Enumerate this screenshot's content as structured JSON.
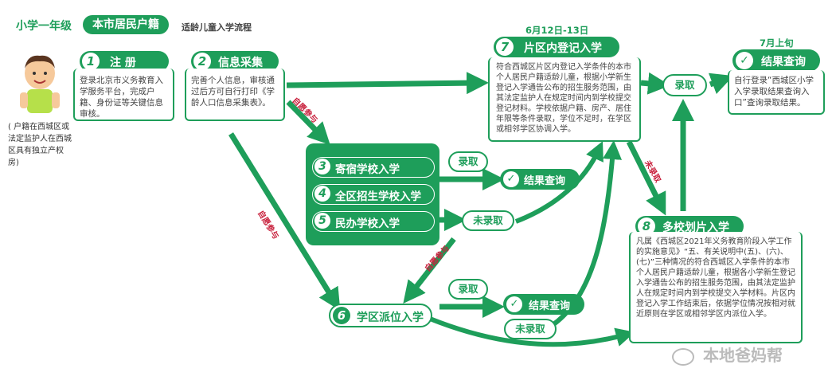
{
  "header": {
    "grade": "小学一年级",
    "category": "本市居民户籍",
    "subtitle": "适龄儿童入学流程"
  },
  "child_note": "( 户籍在西城区或法定监护人在西城区具有独立产权房)",
  "step1": {
    "num": "1",
    "title": "注  册",
    "desc": "登录北京市义务教育入学服务平台，完成户籍、身份证等关键信息审核。"
  },
  "step2": {
    "num": "2",
    "title": "信息采集",
    "desc": "完善个人信息，审核通过后方可自行打印《学龄人口信息采集表》。"
  },
  "step7": {
    "num": "7",
    "title": "片区内登记入学",
    "date": "6月12日-13日",
    "desc": "符合西城区片区内登记入学条件的本市个人居民户籍适龄儿童，根据小学新生登记入学通告公布的招生服务范围，由其法定监护人在规定时间内到学校提交登记材料。学校依据户籍、房产、居住年限等条件录取，学位不足时，在学区或相邻学区协调入学。"
  },
  "step8": {
    "num": "8",
    "title": "多校划片入学",
    "desc": "凡属《西城区2021年义务教育阶段入学工作的实施意见》“五、有关说明中(五)、(六)、(七)”三种情况的符合西城区入学条件的本市个人居民户籍适龄儿童，根据各小学新生登记入学通告公布的招生服务范围，由其法定监护人在规定时间内到学校提交入学材料。片区内登记入学工作结束后，依据学位情况按相对就近原则在学区或相邻学区内派位入学。"
  },
  "schools": [
    {
      "num": "3",
      "label": "寄宿学校入学"
    },
    {
      "num": "4",
      "label": "全区招生学校入学"
    },
    {
      "num": "5",
      "label": "民办学校入学"
    }
  ],
  "step6": {
    "num": "6",
    "title": "学区派位入学"
  },
  "result_final": {
    "date": "7月上旬",
    "title": "结果查询",
    "desc": "自行登录“西城区小学入学录取结果查询入口”查询录取结果。"
  },
  "labels": {
    "voluntary": "自愿参与",
    "admitted": "录取",
    "not_admitted": "未录取",
    "result_query": "结果查询"
  },
  "watermark": "本地爸妈帮",
  "colors": {
    "green": "#1e9e5a",
    "red": "#c8203c"
  }
}
